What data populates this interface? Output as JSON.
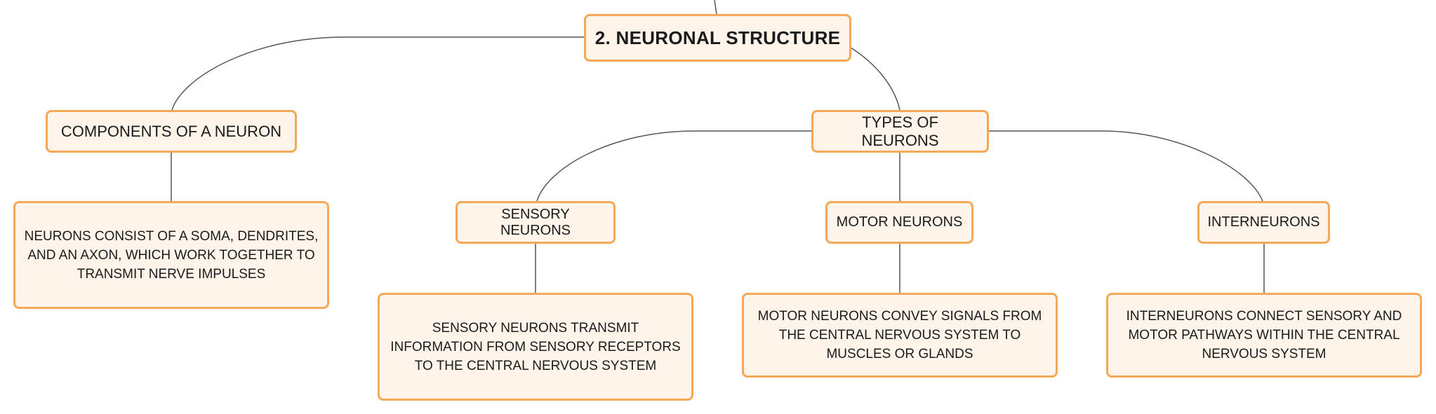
{
  "diagram": {
    "root": {
      "label": "2. NEURONAL STRUCTURE"
    },
    "components": {
      "label": "COMPONENTS OF A NEURON",
      "detail": "NEURONS CONSIST OF A SOMA, DENDRITES, AND AN AXON, WHICH WORK TOGETHER TO TRANSMIT NERVE IMPULSES"
    },
    "types": {
      "label": "TYPES OF NEURONS",
      "sensory": {
        "label": "SENSORY NEURONS",
        "detail": "SENSORY NEURONS TRANSMIT INFORMATION FROM SENSORY RECEPTORS TO THE CENTRAL NERVOUS SYSTEM"
      },
      "motor": {
        "label": "MOTOR NEURONS",
        "detail": "MOTOR NEURONS CONVEY SIGNALS FROM THE CENTRAL NERVOUS SYSTEM TO MUSCLES OR GLANDS"
      },
      "interneurons": {
        "label": "INTERNEURONS",
        "detail": "INTERNEURONS CONNECT SENSORY AND MOTOR PATHWAYS WITHIN THE CENTRAL NERVOUS SYSTEM"
      }
    }
  },
  "colors": {
    "node_fill": "#fef4ea",
    "node_border": "#f3a958",
    "connector": "#555555"
  }
}
